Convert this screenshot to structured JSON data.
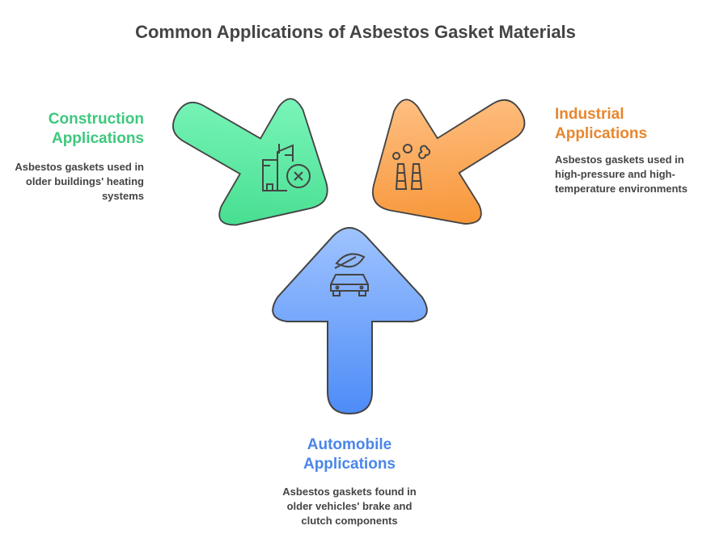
{
  "title": "Common Applications of Asbestos Gasket Materials",
  "items": [
    {
      "heading": "Construction Applications",
      "description": "Asbestos gaskets used in older buildings' heating systems",
      "color": "#3ec87e",
      "icon": "building-cancel-icon"
    },
    {
      "heading": "Industrial Applications",
      "description": "Asbestos gaskets used in high-pressure and high-temperature environments",
      "color": "#e8862e",
      "icon": "factory-smokestack-icon"
    },
    {
      "heading": "Automobile Applications",
      "description": "Asbestos gaskets found in older vehicles' brake and clutch components",
      "color": "#4a86e8",
      "icon": "eco-car-icon"
    }
  ]
}
